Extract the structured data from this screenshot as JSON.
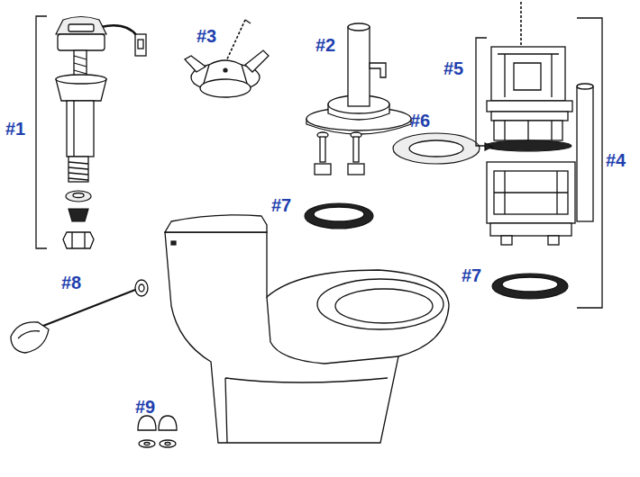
{
  "diagram": {
    "labels": [
      "#3",
      "#2",
      "#5",
      "#6",
      "#1",
      "#4",
      "#7",
      "#7",
      "#8",
      "#9"
    ]
  }
}
